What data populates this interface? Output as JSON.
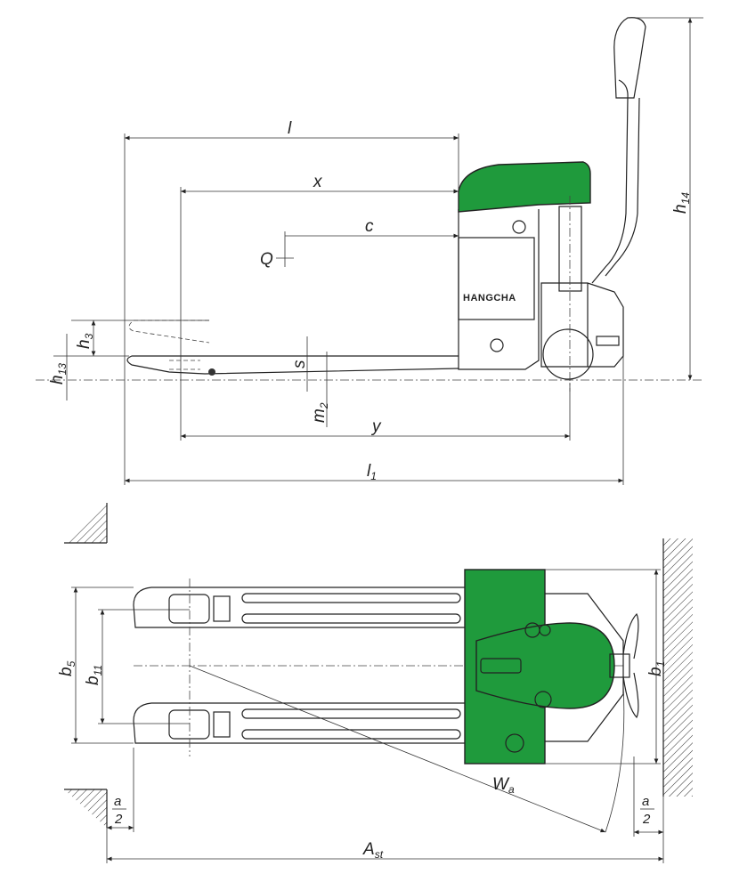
{
  "colors": {
    "body_green": "#1f9a3c",
    "line": "#222222"
  },
  "brand": "HANGCHA",
  "side_view_labels": {
    "l": "l",
    "x": "x",
    "c": "c",
    "Q": "Q",
    "h3": {
      "t": "h",
      "s": "3"
    },
    "h13": {
      "t": "h",
      "s": "13"
    },
    "s": "s",
    "m2": {
      "t": "m",
      "s": "2"
    },
    "y": "y",
    "l1": {
      "t": "l",
      "s": "1"
    },
    "h14": {
      "t": "h",
      "s": "14"
    }
  },
  "top_view_labels": {
    "b5": {
      "t": "b",
      "s": "5"
    },
    "b11": {
      "t": "b",
      "s": "11"
    },
    "b1": {
      "t": "b",
      "s": "1"
    },
    "Wa": {
      "t": "W",
      "s": "a"
    },
    "a_half_left": {
      "n": "a",
      "d": "2"
    },
    "a_half_right": {
      "n": "a",
      "d": "2"
    },
    "Ast": {
      "t": "A",
      "s": "st"
    }
  }
}
